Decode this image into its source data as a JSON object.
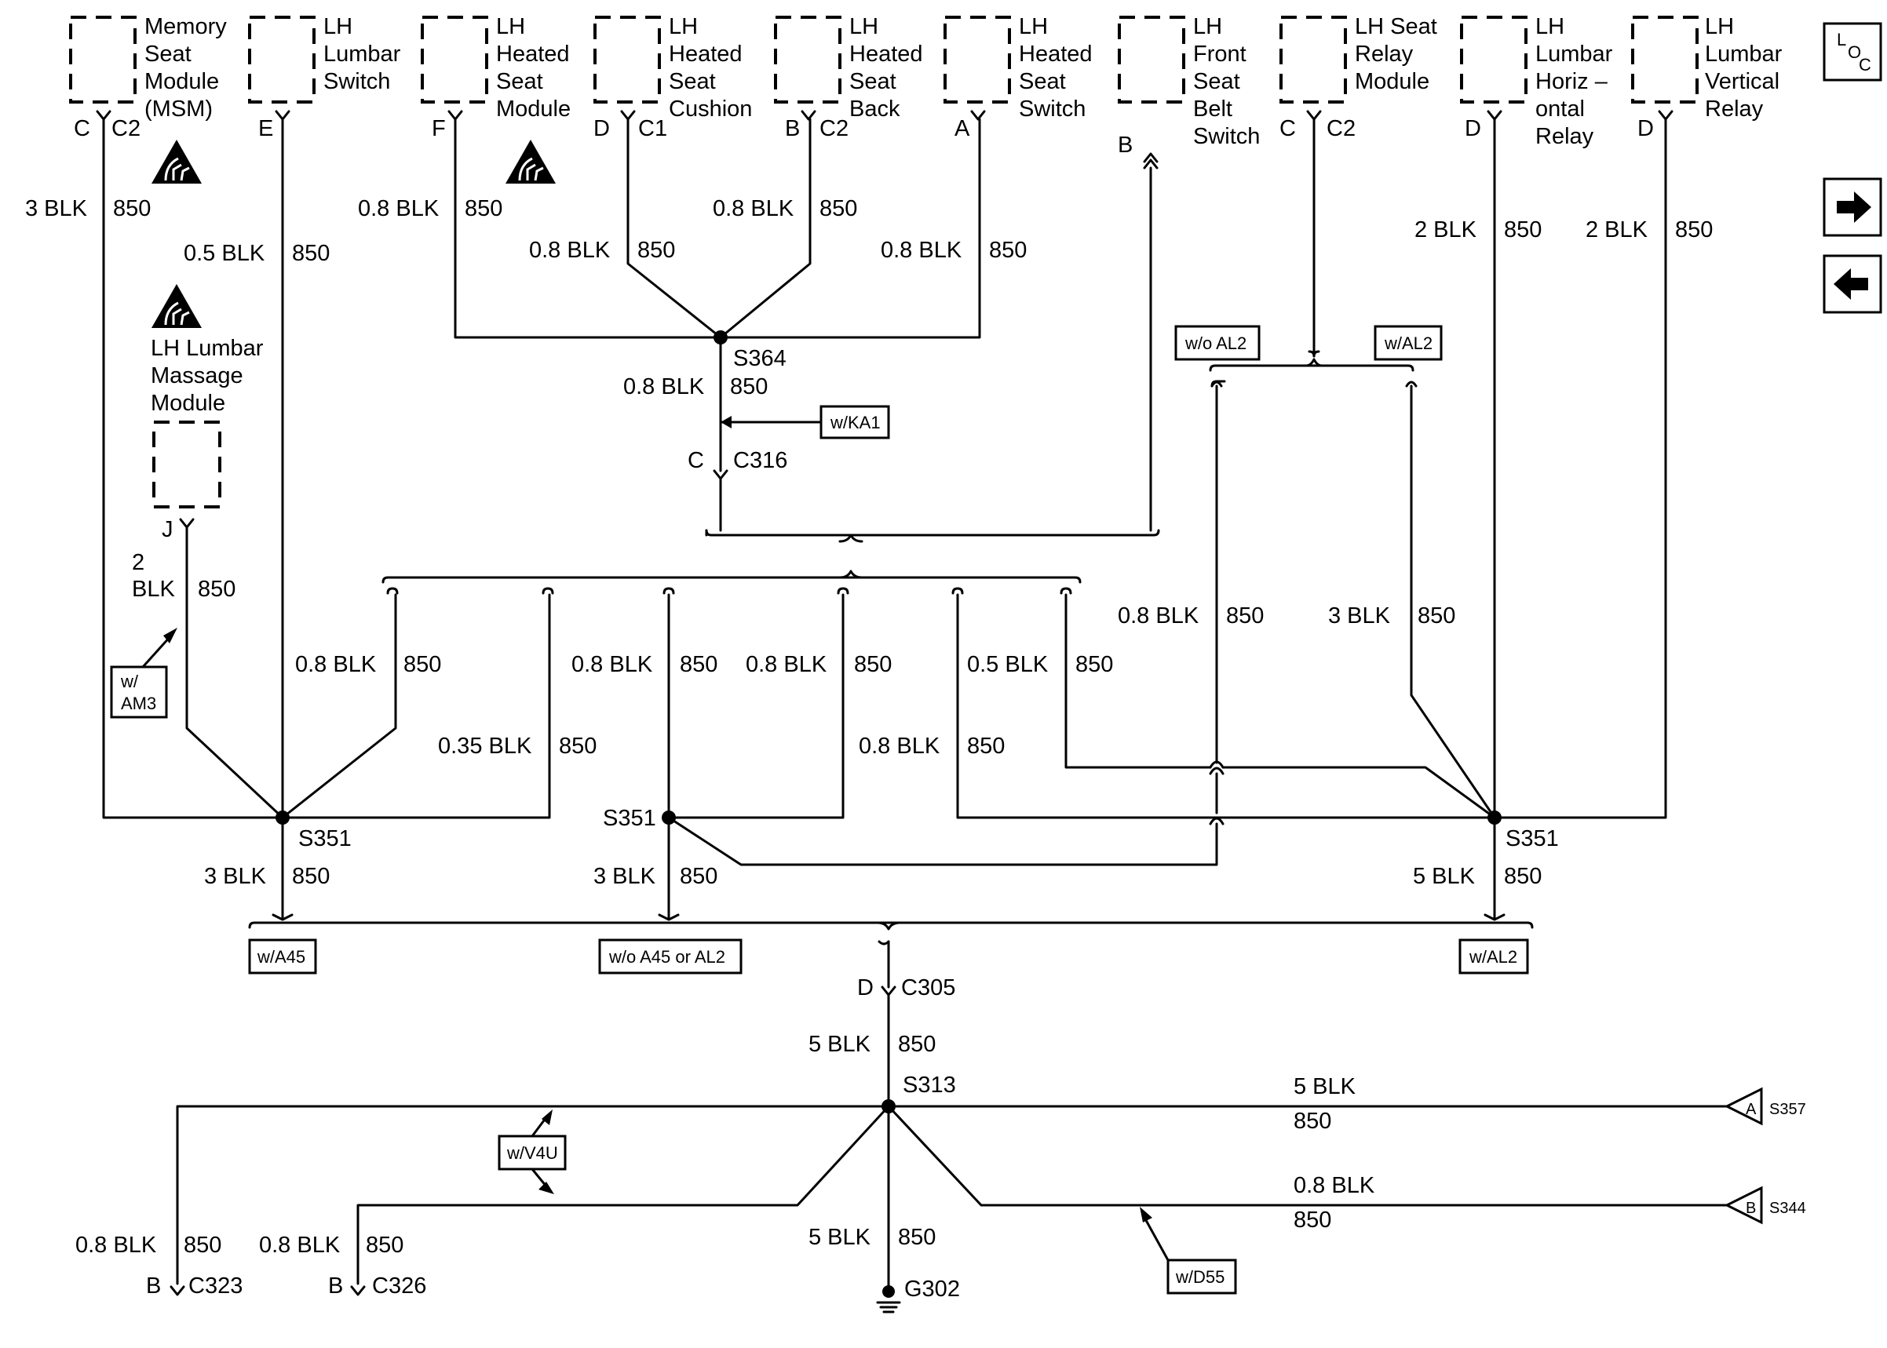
{
  "components": [
    {
      "id": "msm",
      "lines": [
        "Memory",
        "Seat",
        "Module",
        "(MSM)"
      ]
    },
    {
      "id": "lumbar-switch",
      "lines": [
        "LH",
        "Lumbar",
        "Switch"
      ]
    },
    {
      "id": "heated-seat-module",
      "lines": [
        "LH",
        "Heated",
        "Seat",
        "Module"
      ]
    },
    {
      "id": "heated-seat-cushion",
      "lines": [
        "LH",
        "Heated",
        "Seat",
        "Cushion"
      ]
    },
    {
      "id": "heated-seat-back",
      "lines": [
        "LH",
        "Heated",
        "Seat",
        "Back"
      ]
    },
    {
      "id": "heated-seat-switch",
      "lines": [
        "LH",
        "Heated",
        "Seat",
        "Switch"
      ]
    },
    {
      "id": "belt-switch",
      "lines": [
        "LH",
        "Front",
        "Seat",
        "Belt",
        "Switch"
      ]
    },
    {
      "id": "seat-relay-module",
      "lines": [
        "LH Seat",
        "Relay",
        "Module"
      ]
    },
    {
      "id": "lumbar-horiz-relay",
      "lines": [
        "LH",
        "Lumbar",
        "Horiz –",
        "ontal",
        "Relay"
      ]
    },
    {
      "id": "lumbar-vert-relay",
      "lines": [
        "LH",
        "Lumbar",
        "Vertical",
        "Relay"
      ]
    },
    {
      "id": "lumbar-massage",
      "lines": [
        "LH Lumbar",
        "Massage",
        "Module"
      ]
    }
  ],
  "pins": {
    "msm_c": "C",
    "msm_c2": "C2",
    "lumbar_e": "E",
    "heated_module_f": "F",
    "cushion_d": "D",
    "cushion_c1": "C1",
    "back_b": "B",
    "back_c2": "C2",
    "switch_a": "A",
    "belt_b": "B",
    "relay_c": "C",
    "relay_c2": "C2",
    "horiz_d": "D",
    "vert_d": "D",
    "massage_j": "J"
  },
  "wires": {
    "w1": [
      "3 BLK",
      "850"
    ],
    "w2": [
      "0.5 BLK",
      "850"
    ],
    "w3": [
      "0.8 BLK",
      "850"
    ],
    "w4": [
      "0.8 BLK",
      "850"
    ],
    "w5": [
      "0.8 BLK",
      "850"
    ],
    "w6": [
      "0.8 BLK",
      "850"
    ],
    "w7": [
      "0.8 BLK",
      "850"
    ],
    "w8": [
      "2 BLK",
      "850"
    ],
    "w9": [
      "2 BLK",
      "850"
    ],
    "w10": [
      "2",
      "BLK",
      "850"
    ],
    "w11": [
      "0.8 BLK",
      "850"
    ],
    "w12": [
      "0.35 BLK",
      "850"
    ],
    "w13": [
      "0.8 BLK",
      "850"
    ],
    "w14": [
      "0.8 BLK",
      "850"
    ],
    "w15": [
      "0.8 BLK",
      "850"
    ],
    "w16": [
      "0.5 BLK",
      "850"
    ],
    "w17": [
      "0.8 BLK",
      "850"
    ],
    "w18": [
      "3 BLK",
      "850"
    ],
    "w19": [
      "3 BLK",
      "850"
    ],
    "w20": [
      "3 BLK",
      "850"
    ],
    "w21": [
      "5 BLK",
      "850"
    ],
    "w22": [
      "5 BLK",
      "850"
    ],
    "w23": [
      "5 BLK",
      "850"
    ],
    "w24": [
      "0.8 BLK",
      "850"
    ],
    "w25": [
      "0.8 BLK",
      "850"
    ],
    "w26": [
      "0.8 BLK",
      "850"
    ],
    "w27": [
      "5 BLK",
      "850"
    ]
  },
  "splices": {
    "s364": "S364",
    "s351_left": "S351",
    "s351_mid": "S351",
    "s351_right": "S351",
    "s313": "S313"
  },
  "connectors": {
    "c316": [
      "C",
      "C316"
    ],
    "c305": [
      "D",
      "C305"
    ],
    "c323": [
      "B",
      "C323"
    ],
    "c326": [
      "B",
      "C326"
    ]
  },
  "ground": "G302",
  "offpage": [
    {
      "letter": "A",
      "ref": "S357"
    },
    {
      "letter": "B",
      "ref": "S344"
    }
  ],
  "options": {
    "ka1": "w/KA1",
    "wo_al2": "w/o AL2",
    "w_al2_top": "w/AL2",
    "am3": [
      "w/",
      "AM3"
    ],
    "a45": "w/A45",
    "wo_a45_al2": "w/o A45 or AL2",
    "w_al2_bottom": "w/AL2",
    "v4u": "w/V4U",
    "d55": "w/D55"
  },
  "nav": {
    "loc_icon": "location-icon",
    "loc_l": "L",
    "loc_o": "O",
    "loc_c": "C",
    "next_icon": "arrow-right-icon",
    "prev_icon": "arrow-left-icon"
  }
}
